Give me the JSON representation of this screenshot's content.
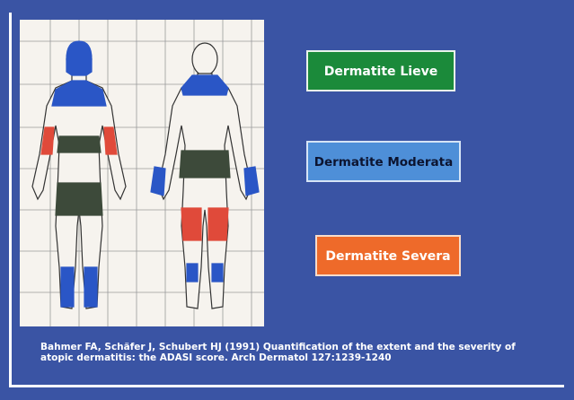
{
  "labels": {
    "mild": "Dermatite Lieve",
    "moderate": "Dermatite Moderata",
    "severe": "Dermatite Severa"
  },
  "citation": {
    "line1": "Bahmer FA, Schäfer J, Schubert HJ (1991) Quantification of the extent and the severity of",
    "line2": "atopic dermatitis: the ADASI score. Arch Dermatol 127:1239-1240"
  },
  "colors": {
    "background": "#3a54a4",
    "mild": "#1b8a3a",
    "moderate": "#4e8fd8",
    "severe": "#ee6a2a",
    "affected_blue": "#2a56c6",
    "affected_red": "#e04a3a",
    "affected_dark": "#3d4a3a"
  },
  "figure": {
    "views": [
      "front-body",
      "back-body"
    ],
    "grid": "body-grid"
  }
}
